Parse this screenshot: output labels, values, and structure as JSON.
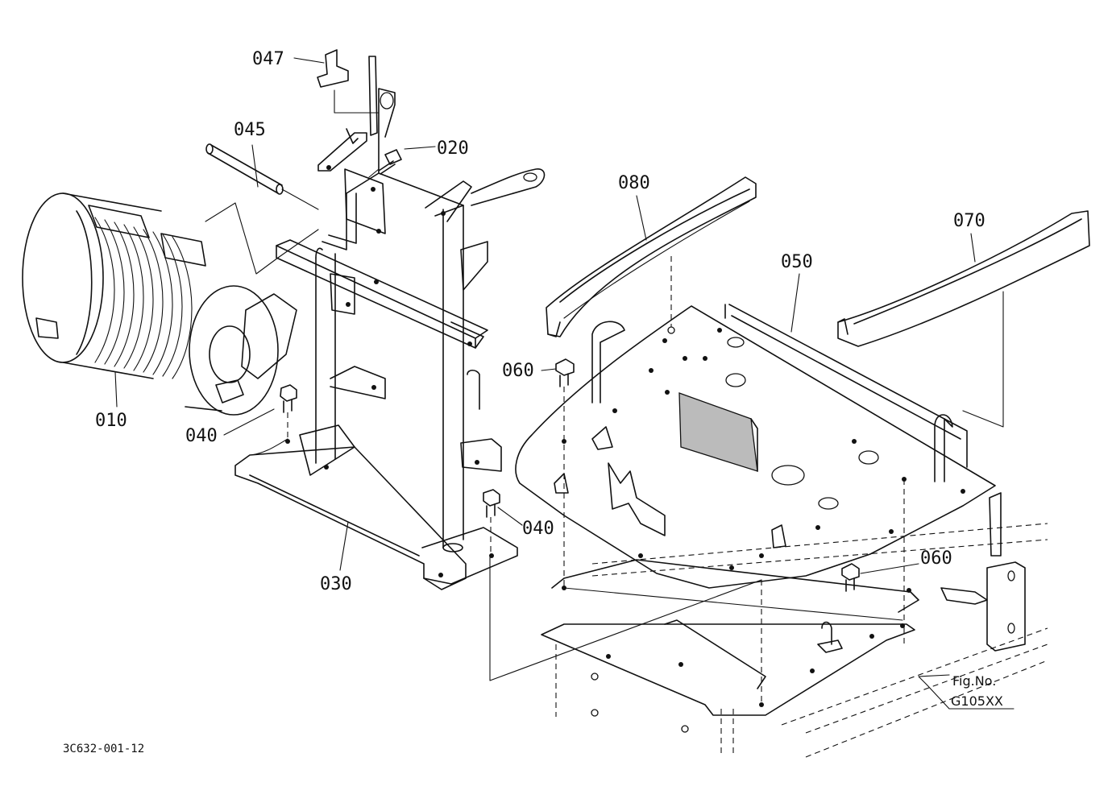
{
  "diagram": {
    "drawing_number": "3C632-001-12",
    "figure_reference": {
      "line1": "Fig.No.",
      "line2": "G105XX"
    },
    "parts": [
      {
        "id": "047"
      },
      {
        "id": "045"
      },
      {
        "id": "020"
      },
      {
        "id": "080"
      },
      {
        "id": "070"
      },
      {
        "id": "050"
      },
      {
        "id": "060"
      },
      {
        "id": "010"
      },
      {
        "id": "040"
      },
      {
        "id": "040"
      },
      {
        "id": "030"
      },
      {
        "id": "060"
      }
    ]
  }
}
